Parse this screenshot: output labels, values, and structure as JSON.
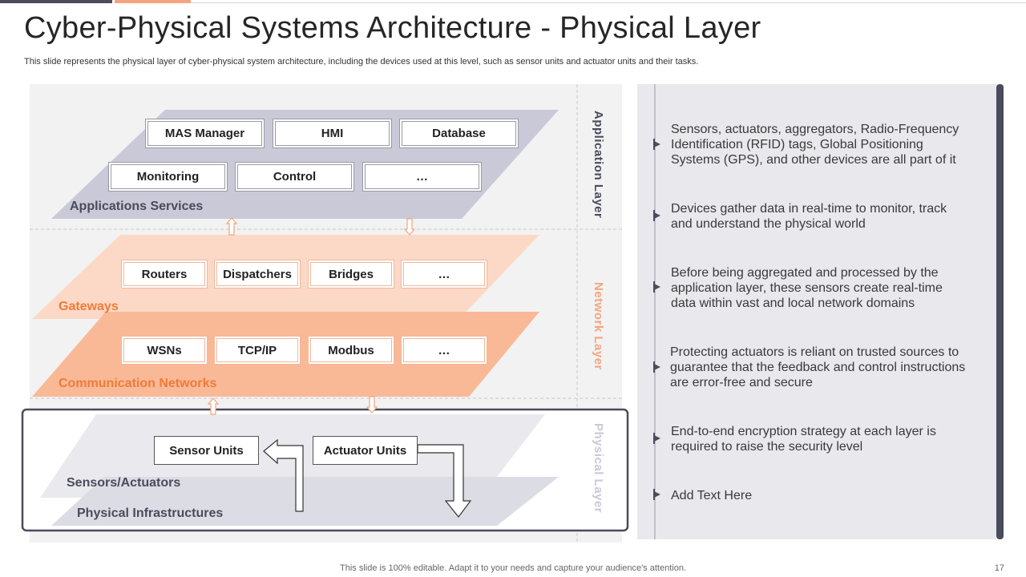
{
  "header": {
    "title": "Cyber-Physical Systems Architecture - Physical Layer",
    "subtitle": "This slide represents the physical layer of cyber-physical system architecture, including the devices used at this level, such as sensor units and actuator units and their tasks."
  },
  "layers": {
    "application_label": "Application Layer",
    "network_label": "Network Layer",
    "physical_label": "Physical Layer"
  },
  "application": {
    "title": "Applications Services",
    "boxes": [
      "MAS Manager",
      "HMI",
      "Database",
      "Monitoring",
      "Control",
      "…"
    ]
  },
  "gateways": {
    "title": "Gateways",
    "boxes": [
      "Routers",
      "Dispatchers",
      "Bridges",
      "…"
    ]
  },
  "communication": {
    "title": "Communication Networks",
    "boxes": [
      "WSNs",
      "TCP/IP",
      "Modbus",
      "…"
    ]
  },
  "physical": {
    "sensors_title": "Sensors/Actuators",
    "infra_title": "Physical Infrastructures",
    "sensor_units": "Sensor Units",
    "actuator_units": "Actuator Units"
  },
  "points": [
    "Sensors, actuators, aggregators, Radio-Frequency Identification (RFID) tags, Global Positioning Systems (GPS), and other devices are all part of it",
    "Devices gather data in real-time to monitor, track and understand the physical world",
    "Before being aggregated and processed by the application layer, these sensors create real-time data within vast and local network domains",
    "Protecting actuators is reliant on trusted sources to guarantee that the feedback and control instructions are error-free and secure",
    "End-to-end encryption strategy at each layer is required to raise the security level",
    "Add Text Here"
  ],
  "footer": {
    "note": "This slide is 100% editable. Adapt it to your needs and capture your audience's attention.",
    "page": "17"
  },
  "colors": {
    "dark": "#4a4b5c",
    "accent": "#f4a57f",
    "orange_text": "#ee7b3a",
    "app_layer": "#c9c9d8",
    "network_light": "#fcd9c6",
    "network_mid": "#f9b996",
    "physical": "#dcdce4"
  }
}
